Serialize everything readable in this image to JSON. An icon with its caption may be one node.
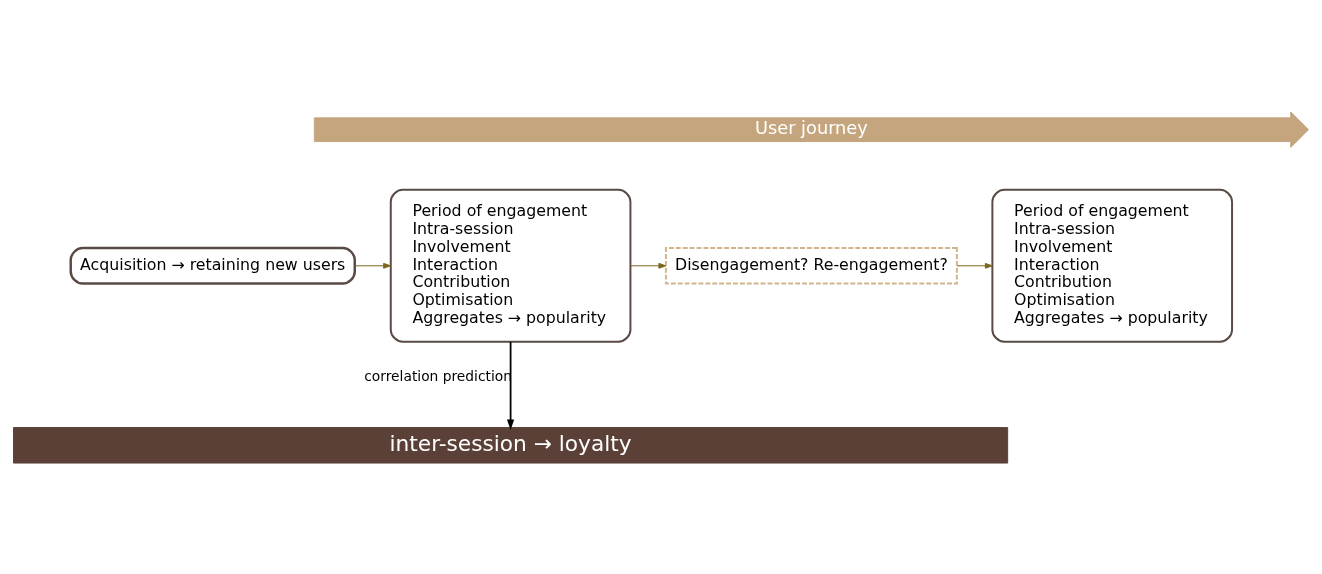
{
  "diagram": {
    "nodes": [
      {
        "text": [
          "User journey"
        ]
      },
      {
        "text": [
          "Acquisition → retaining new users"
        ]
      },
      {
        "text": [
          "Period of engagement",
          "Intra-session",
          "Involvement",
          "Interaction",
          "Contribution",
          "Optimisation",
          "Aggregates → popularity"
        ]
      },
      {
        "text": [
          "Disengagement? Re-engagement?"
        ]
      },
      {
        "text": [
          "Period of engagement",
          "Intra-session",
          "Involvement",
          "Interaction",
          "Contribution",
          "Optimisation",
          "Aggregates → popularity"
        ]
      },
      {
        "text": [
          "inter-session → loyalty"
        ]
      }
    ],
    "edges": [
      {
        "from": 1,
        "to": 2,
        "arrow": "to"
      },
      {
        "from": 2,
        "to": 3,
        "arrow": "to"
      },
      {
        "from": 3,
        "to": 4,
        "arrow": "to"
      },
      {
        "from": 2,
        "to": 5,
        "arrow": "to",
        "label": "correlation prediction",
        "color": "#000000"
      }
    ]
  }
}
